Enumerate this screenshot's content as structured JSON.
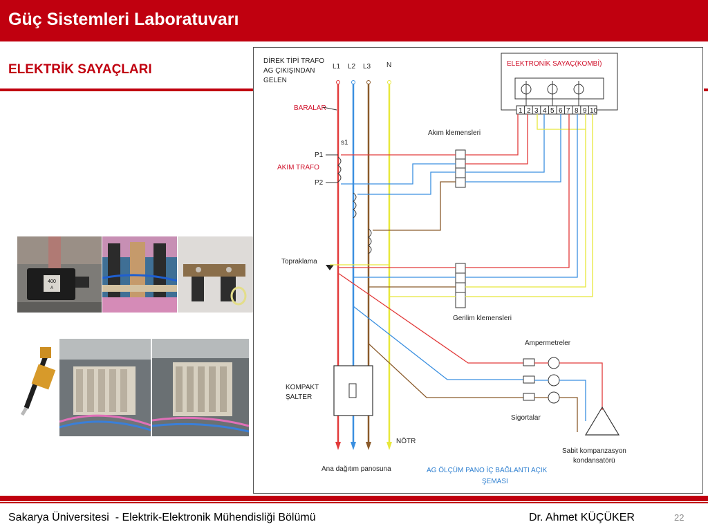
{
  "header": {
    "title": "Güç Sistemleri Laboratuvarı"
  },
  "slide": {
    "subtitle": "ELEKTRİK SAYAÇLARI"
  },
  "diagram": {
    "source_label": [
      "DİREK TİPİ TRAFO",
      "AG ÇIKIŞINDAN",
      "GELEN"
    ],
    "phase_labels": [
      "L1",
      "L2",
      "L3",
      "N"
    ],
    "meter_title": "ELEKTRONİK SAYAÇ(KOMBİ)",
    "terminal_numbers": [
      "1",
      "2",
      "3",
      "4",
      "5",
      "6",
      "7",
      "8",
      "9",
      "10"
    ],
    "busbars_label": "BARALAR",
    "s1_label": "s1",
    "p1_label": "P1",
    "p2_label": "P2",
    "ct_label": "AKIM TRAFO",
    "current_terminals_label": "Akım klemensleri",
    "grounding_label": "Topraklama",
    "voltage_terminals_label": "Gerilim klemensleri",
    "ammeters_label": "Ampermetreler",
    "breaker_label": [
      "KOMPAKT",
      "ŞALTER"
    ],
    "fuses_label": "Sigortalar",
    "capacitor_label": [
      "Sabit kompanzasyon",
      "kondansatörü"
    ],
    "neutral_label": "NÖTR",
    "main_panel_label": "Ana dağıtım panosuna",
    "caption": [
      "AG ÖLÇÜM PANO İÇ BAĞLANTI AÇIK",
      "ŞEMASI"
    ],
    "ct_nameplate": [
      "400",
      "A"
    ],
    "colors": {
      "L1": "#e23a3a",
      "L2": "#3a8fe0",
      "L3": "#8a5a2b",
      "N": "#e8e83a",
      "accent": "#c0000f"
    }
  },
  "photos": [
    {
      "name": "current-transformer"
    },
    {
      "name": "ct-busbar-wiring"
    },
    {
      "name": "busbar-clamp"
    },
    {
      "name": "cable-lug"
    },
    {
      "name": "terminal-block-1"
    },
    {
      "name": "terminal-block-2"
    }
  ],
  "footer": {
    "institution": "Sakarya Üniversitesi  - Elektrik-Elektronik Mühendisliği Bölümü",
    "author": "Dr. Ahmet KÜÇÜKER",
    "page": "22"
  }
}
